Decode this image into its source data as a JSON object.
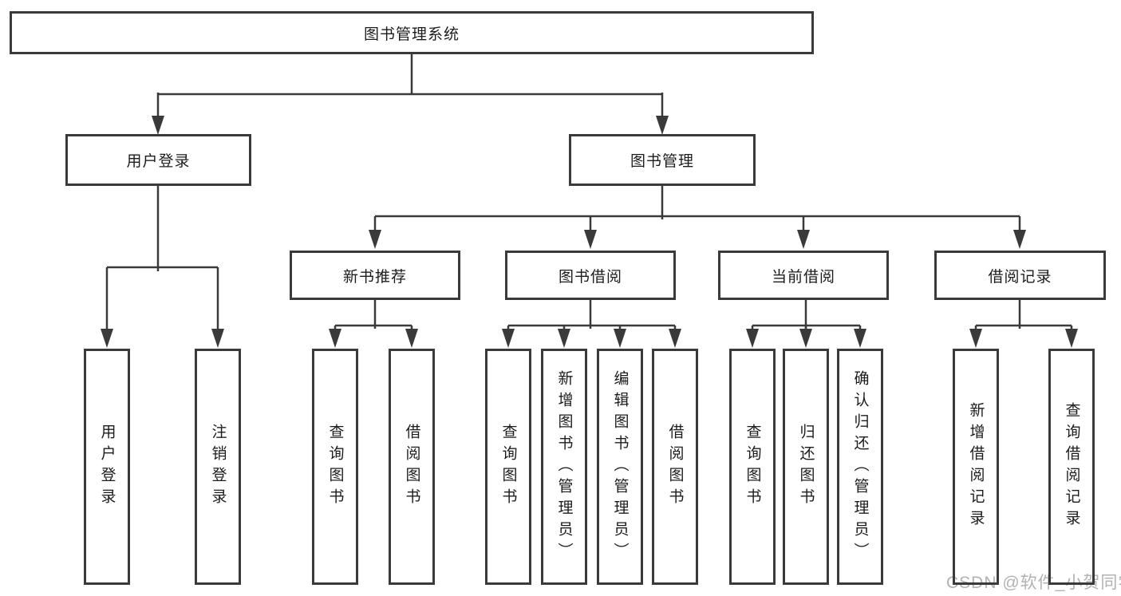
{
  "diagram": {
    "title": "图书管理系统",
    "type": "tree",
    "hierarchy": {
      "图书管理系统": {
        "用户登录": [
          "用户登录",
          "注销登录"
        ],
        "图书管理": {
          "新书推荐": [
            "查询图书",
            "借阅图书"
          ],
          "图书借阅": [
            "查询图书",
            "新增图书（管理员）",
            "编辑图书（管理员）",
            "借阅图书"
          ],
          "当前借阅": [
            "查询图书",
            "归还图书",
            "确认归还（管理员）"
          ],
          "借阅记录": [
            "新增借阅记录",
            "查询借阅记录"
          ]
        }
      }
    }
  },
  "nodes": [
    {
      "id": "root",
      "label": "图书管理系统"
    },
    {
      "id": "user-login",
      "label": "用户登录"
    },
    {
      "id": "book-management",
      "label": "图书管理"
    },
    {
      "id": "new-book-recommend",
      "label": "新书推荐"
    },
    {
      "id": "book-borrow",
      "label": "图书借阅"
    },
    {
      "id": "current-borrow",
      "label": "当前借阅"
    },
    {
      "id": "borrow-record",
      "label": "借阅记录"
    },
    {
      "id": "leaf-user-login",
      "label": "用户登录"
    },
    {
      "id": "leaf-logout",
      "label": "注销登录"
    },
    {
      "id": "leaf-query-book-a",
      "label": "查询图书"
    },
    {
      "id": "leaf-borrow-book-a",
      "label": "借阅图书"
    },
    {
      "id": "leaf-query-book-b",
      "label": "查询图书"
    },
    {
      "id": "leaf-add-book",
      "label": "新增图书（管理员）"
    },
    {
      "id": "leaf-edit-book",
      "label": "编辑图书（管理员）"
    },
    {
      "id": "leaf-borrow-book-b",
      "label": "借阅图书"
    },
    {
      "id": "leaf-query-book-c",
      "label": "查询图书"
    },
    {
      "id": "leaf-return-book",
      "label": "归还图书"
    },
    {
      "id": "leaf-confirm-return",
      "label": "确认归还（管理员）"
    },
    {
      "id": "leaf-add-borrow-record",
      "label": "新增借阅记录"
    },
    {
      "id": "leaf-query-borrow-record",
      "label": "查询借阅记录"
    }
  ],
  "watermark": {
    "text": "CSDN @软件_小贺同学"
  },
  "colors": {
    "line": "#3a3a3a",
    "border": "#3a3a3a",
    "text": "#1c1c1c",
    "watermark": "#b2b2b2",
    "background": "#ffffff"
  }
}
